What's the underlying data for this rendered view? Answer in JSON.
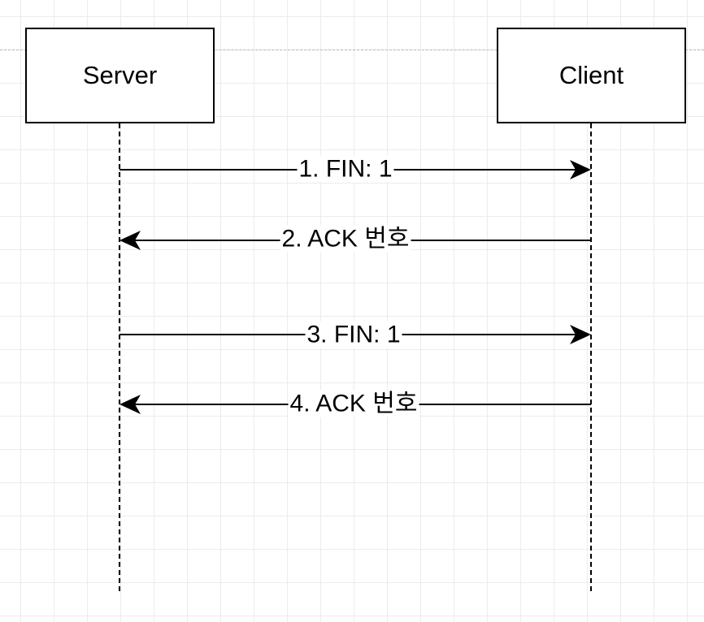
{
  "participants": {
    "server": "Server",
    "client": "Client"
  },
  "messages": [
    {
      "label": "1. FIN: 1",
      "from": "server",
      "to": "client"
    },
    {
      "label": "2. ACK 번호",
      "from": "client",
      "to": "server"
    },
    {
      "label": "3. FIN: 1",
      "from": "server",
      "to": "client"
    },
    {
      "label": "4. ACK 번호",
      "from": "client",
      "to": "server"
    }
  ],
  "colors": {
    "line": "#000000",
    "grid": "#ececec",
    "background": "#ffffff"
  }
}
